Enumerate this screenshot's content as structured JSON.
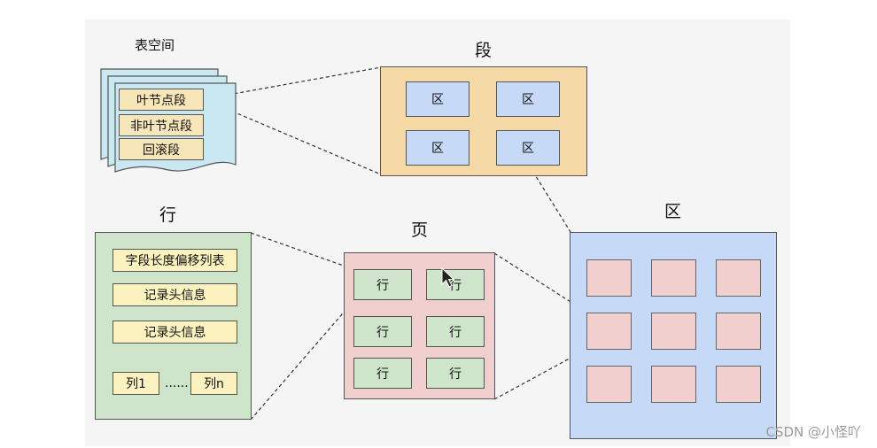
{
  "tablespace": {
    "title": "表空间",
    "segments": [
      "叶节点段",
      "非叶节点段",
      "回滚段"
    ]
  },
  "segment": {
    "title": "段",
    "extents": [
      "区",
      "区",
      "区",
      "区"
    ]
  },
  "row": {
    "title": "行",
    "fields": [
      "字段长度偏移列表",
      "记录头信息",
      "记录头信息"
    ],
    "col_first": "列1",
    "col_dots": "......",
    "col_last": "列n"
  },
  "page": {
    "title": "页",
    "rows": [
      "行",
      "行",
      "行",
      "行",
      "行",
      "行"
    ]
  },
  "extent": {
    "title": "区",
    "page_count": 9
  },
  "watermark": "CSDN @小怪吖",
  "colors": {
    "segment_fill": "#f5d9a6",
    "extent_fill": "#c6daf7",
    "page_fill": "#f2cfcf",
    "row_fill": "#cfe5cb",
    "tablespace_fill": "#c9e8f2"
  }
}
